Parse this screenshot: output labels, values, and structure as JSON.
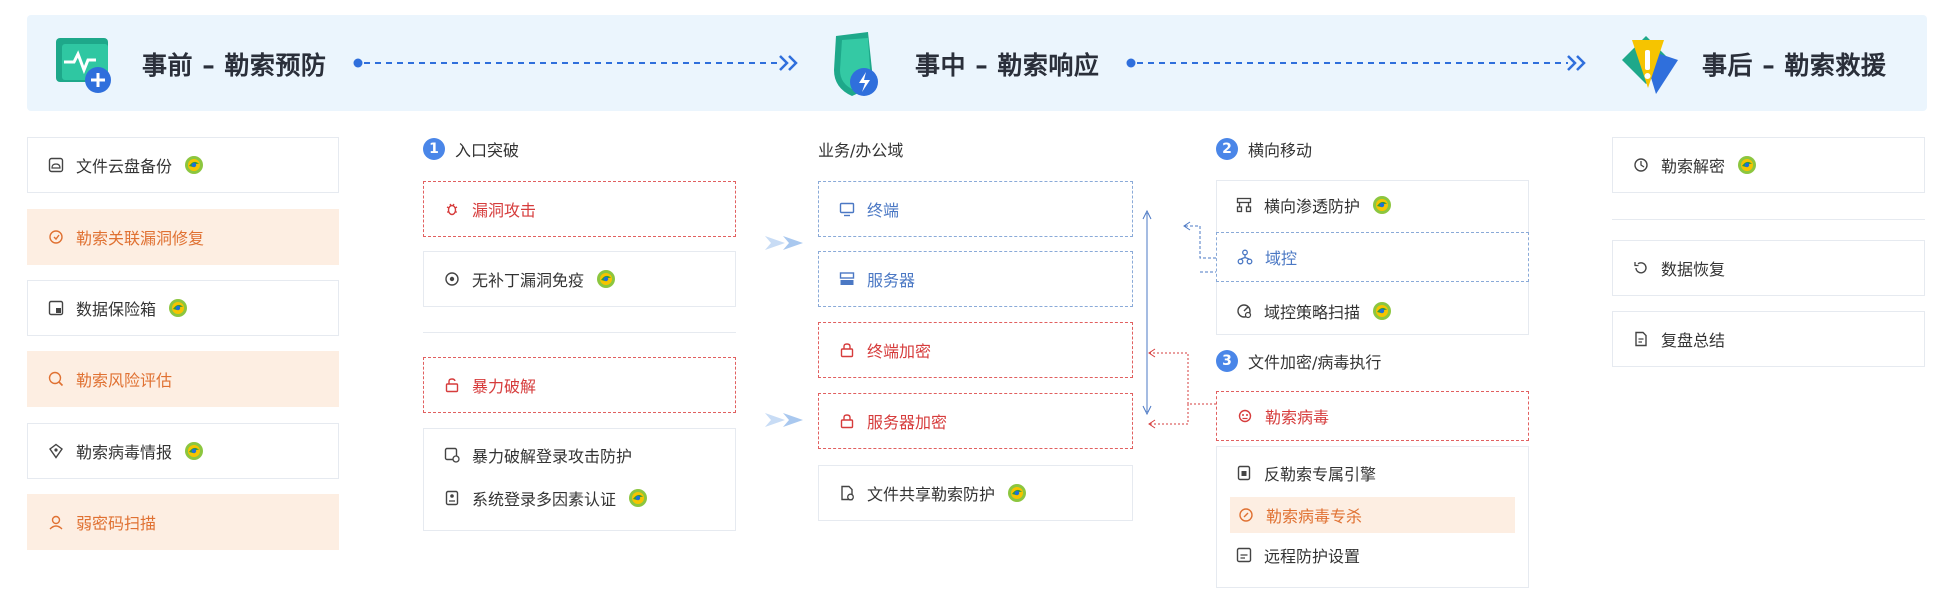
{
  "phases": {
    "before": "事前 – 勒索预防",
    "during": "事中 – 勒索响应",
    "after": "事后 – 勒索救援"
  },
  "before_items": [
    {
      "label": "文件云盘备份",
      "style": "normal",
      "badge": true
    },
    {
      "label": "勒索关联漏洞修复",
      "style": "warn",
      "badge": false
    },
    {
      "label": "数据保险箱",
      "style": "normal",
      "badge": true
    },
    {
      "label": "勒索风险评估",
      "style": "warn",
      "badge": false
    },
    {
      "label": "勒索病毒情报",
      "style": "normal",
      "badge": true
    },
    {
      "label": "弱密码扫描",
      "style": "warn",
      "badge": false
    }
  ],
  "entry": {
    "number": "1",
    "title": "入口突破",
    "vuln_attack": "漏洞攻击",
    "patch_free": "无补丁漏洞免疫",
    "brute_force": "暴力破解",
    "brute_protect": "暴力破解登录攻击防护",
    "mfa": "系统登录多因素认证"
  },
  "business": {
    "title": "业务/办公域",
    "terminal": "终端",
    "server": "服务器",
    "terminal_encrypt": "终端加密",
    "server_encrypt": "服务器加密",
    "file_share": "文件共享勒索防护"
  },
  "lateral": {
    "number": "2",
    "title": "横向移动",
    "penetration": "横向渗透防护",
    "domain_control": "域控",
    "domain_scan": "域控策略扫描"
  },
  "execution": {
    "number": "3",
    "title": "文件加密/病毒执行",
    "virus": "勒索病毒",
    "engine": "反勒索专属引擎",
    "kill": "勒索病毒专杀",
    "remote": "远程防护设置"
  },
  "after_items": [
    {
      "label": "勒索解密",
      "badge": true
    },
    {
      "label": "数据恢复",
      "badge": false
    },
    {
      "label": "复盘总结",
      "badge": false
    }
  ],
  "colors": {
    "banner": "#ebf5fd",
    "warn_bg": "#fdeee2",
    "warn_text": "#e07132",
    "danger": "#d63c3c",
    "info": "#4b78c4",
    "accent": "#2f6fdc"
  }
}
